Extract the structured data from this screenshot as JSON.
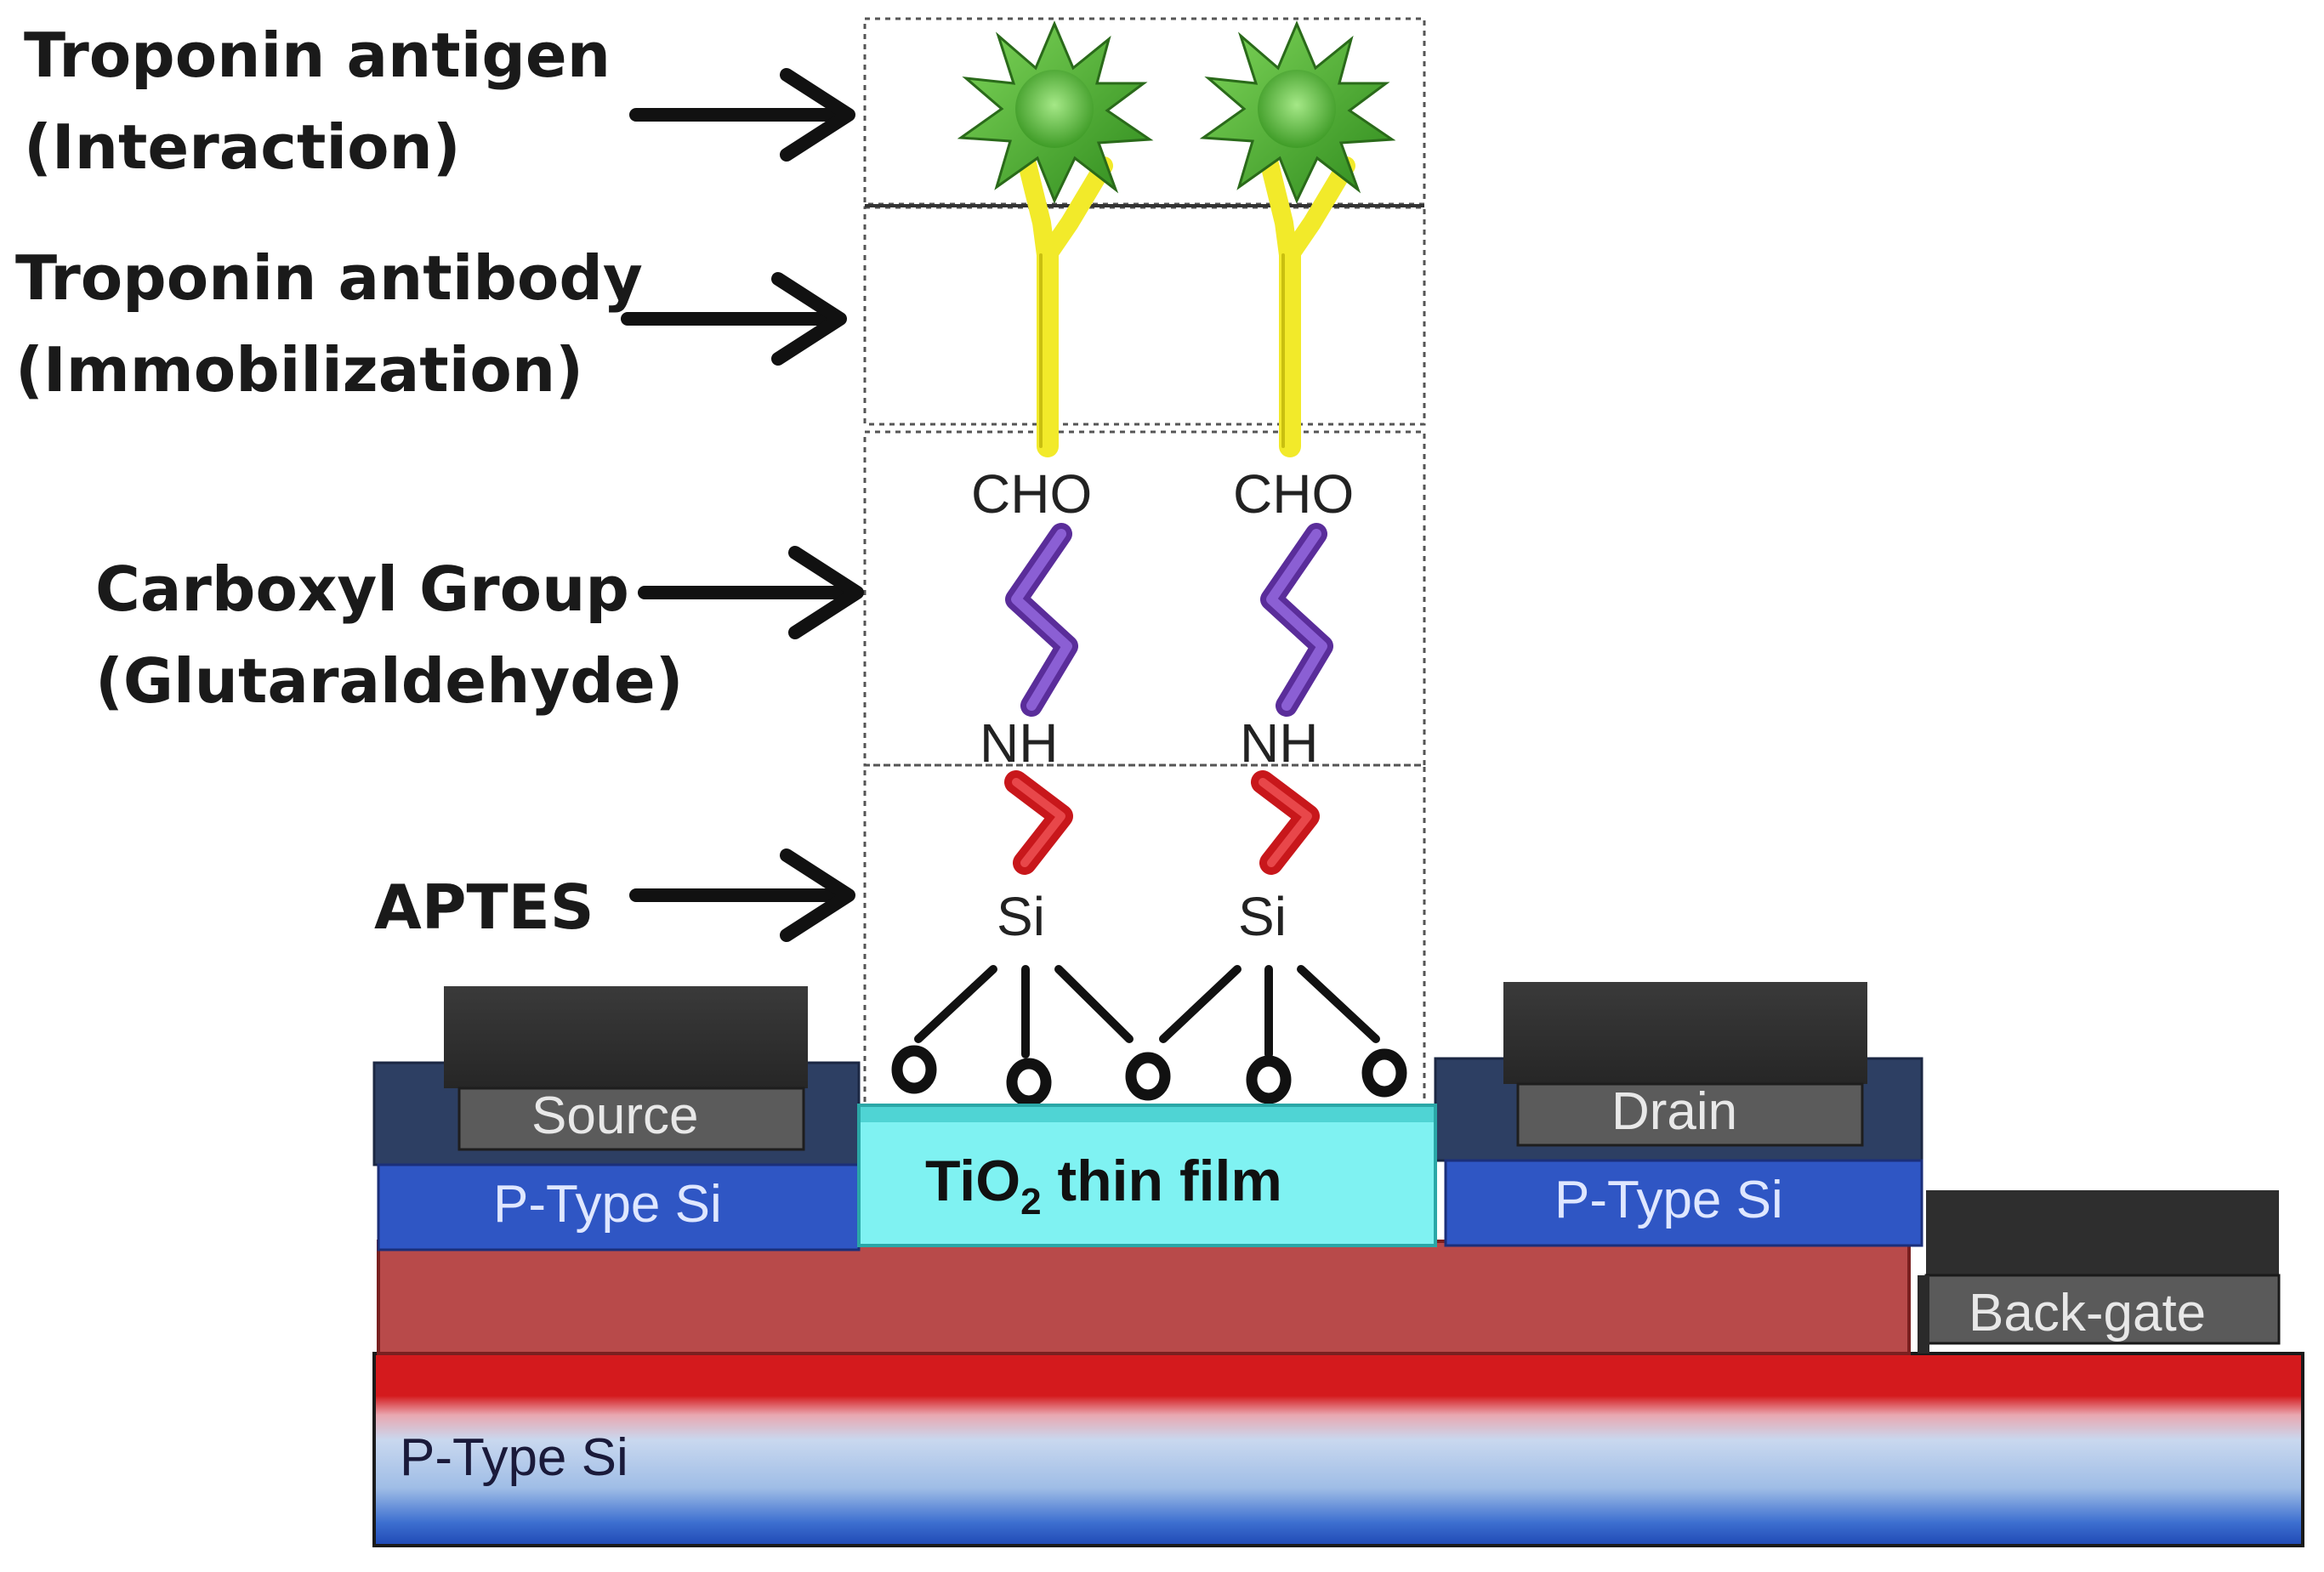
{
  "labels": {
    "antigen_line1": "Troponin antigen",
    "antigen_line2": "(Interaction)",
    "antibody_line1": "Troponin antibody",
    "antibody_line2": "(Immobilization)",
    "carboxyl_line1": "Carboxyl Group",
    "carboxyl_line2": "(Glutaraldehyde)",
    "aptes": "APTES"
  },
  "chem": {
    "cho": "CHO",
    "nh": "NH",
    "si": "Si"
  },
  "device": {
    "source": "Source",
    "drain": "Drain",
    "back_gate": "Back-gate",
    "ptype_left": "P-Type Si",
    "ptype_right": "P-Type Si",
    "ptype_substrate": "P-Type Si",
    "tio2_main": "TiO",
    "tio2_sub": "2",
    "tio2_rest": " thin film"
  },
  "colors": {
    "antigen_green": "#4caf2a",
    "antibody_yellow": "#f2ea2a",
    "glutaraldehyde_purple": "#6a3db0",
    "aptes_red": "#c8171b",
    "tio2_cyan": "#7ff2f2",
    "ptype_blue": "#2f56c4",
    "oxide_red": "#b84a4a",
    "substrate_red": "#d4191c"
  }
}
